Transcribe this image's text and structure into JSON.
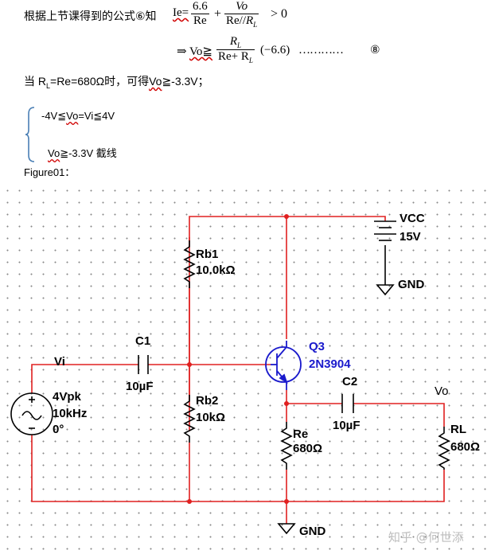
{
  "text": {
    "line1_prefix": "根据上节课得到的公式⑥知",
    "ie": "Ie=",
    "frac1_num": "6.6",
    "frac1_den": "Re",
    "plus": "+",
    "frac2_num": "Vo",
    "frac2_den": "Re//",
    "frac2_den_rl": "R",
    "frac2_den_rl_sub": "L",
    "gt_zero": "> 0",
    "implies": "⇒",
    "vo_ge": "Vo≧",
    "frac3_num": "R",
    "frac3_num_sub": "L",
    "frac3_den": "Re+ R",
    "frac3_den_sub": "L",
    "tail": "(−6.6)",
    "dots": "…………",
    "eq_number": "⑧",
    "line3_a": "当 R",
    "line3_a_sub": "L",
    "line3_b": "=Re=680Ω时，可得",
    "line3_vo": "Vo",
    "line3_c": "≧-3.3V；",
    "case1_a": "-4V≦",
    "case1_vo": "Vo",
    "case1_b": "=Vi≦4V",
    "case2_vo": "Vo",
    "case2_b": "≧-3.3V  截线",
    "figure_label": "Figure01："
  },
  "circuit": {
    "vcc_label": "VCC",
    "vcc_value": "15V",
    "gnd_top": "GND",
    "gnd_bottom": "GND",
    "rb1_name": "Rb1",
    "rb1_value": "10.0kΩ",
    "rb2_name": "Rb2",
    "rb2_value": "10kΩ",
    "c1_name": "C1",
    "c1_value": "10µF",
    "c2_name": "C2",
    "c2_value": "10µF",
    "q3_name": "Q3",
    "q3_model": "2N3904",
    "re_name": "Re",
    "re_value": "680Ω",
    "rl_name": "RL",
    "rl_value": "680Ω",
    "vi_label": "Vi",
    "vo_label": "Vo",
    "source_amp": "4Vpk",
    "source_freq": "10kHz",
    "source_phase": "0°",
    "wire_color": "#e02020",
    "component_color": "#000000",
    "transistor_color": "#1a1acc"
  },
  "watermark": "知乎 @何世添"
}
